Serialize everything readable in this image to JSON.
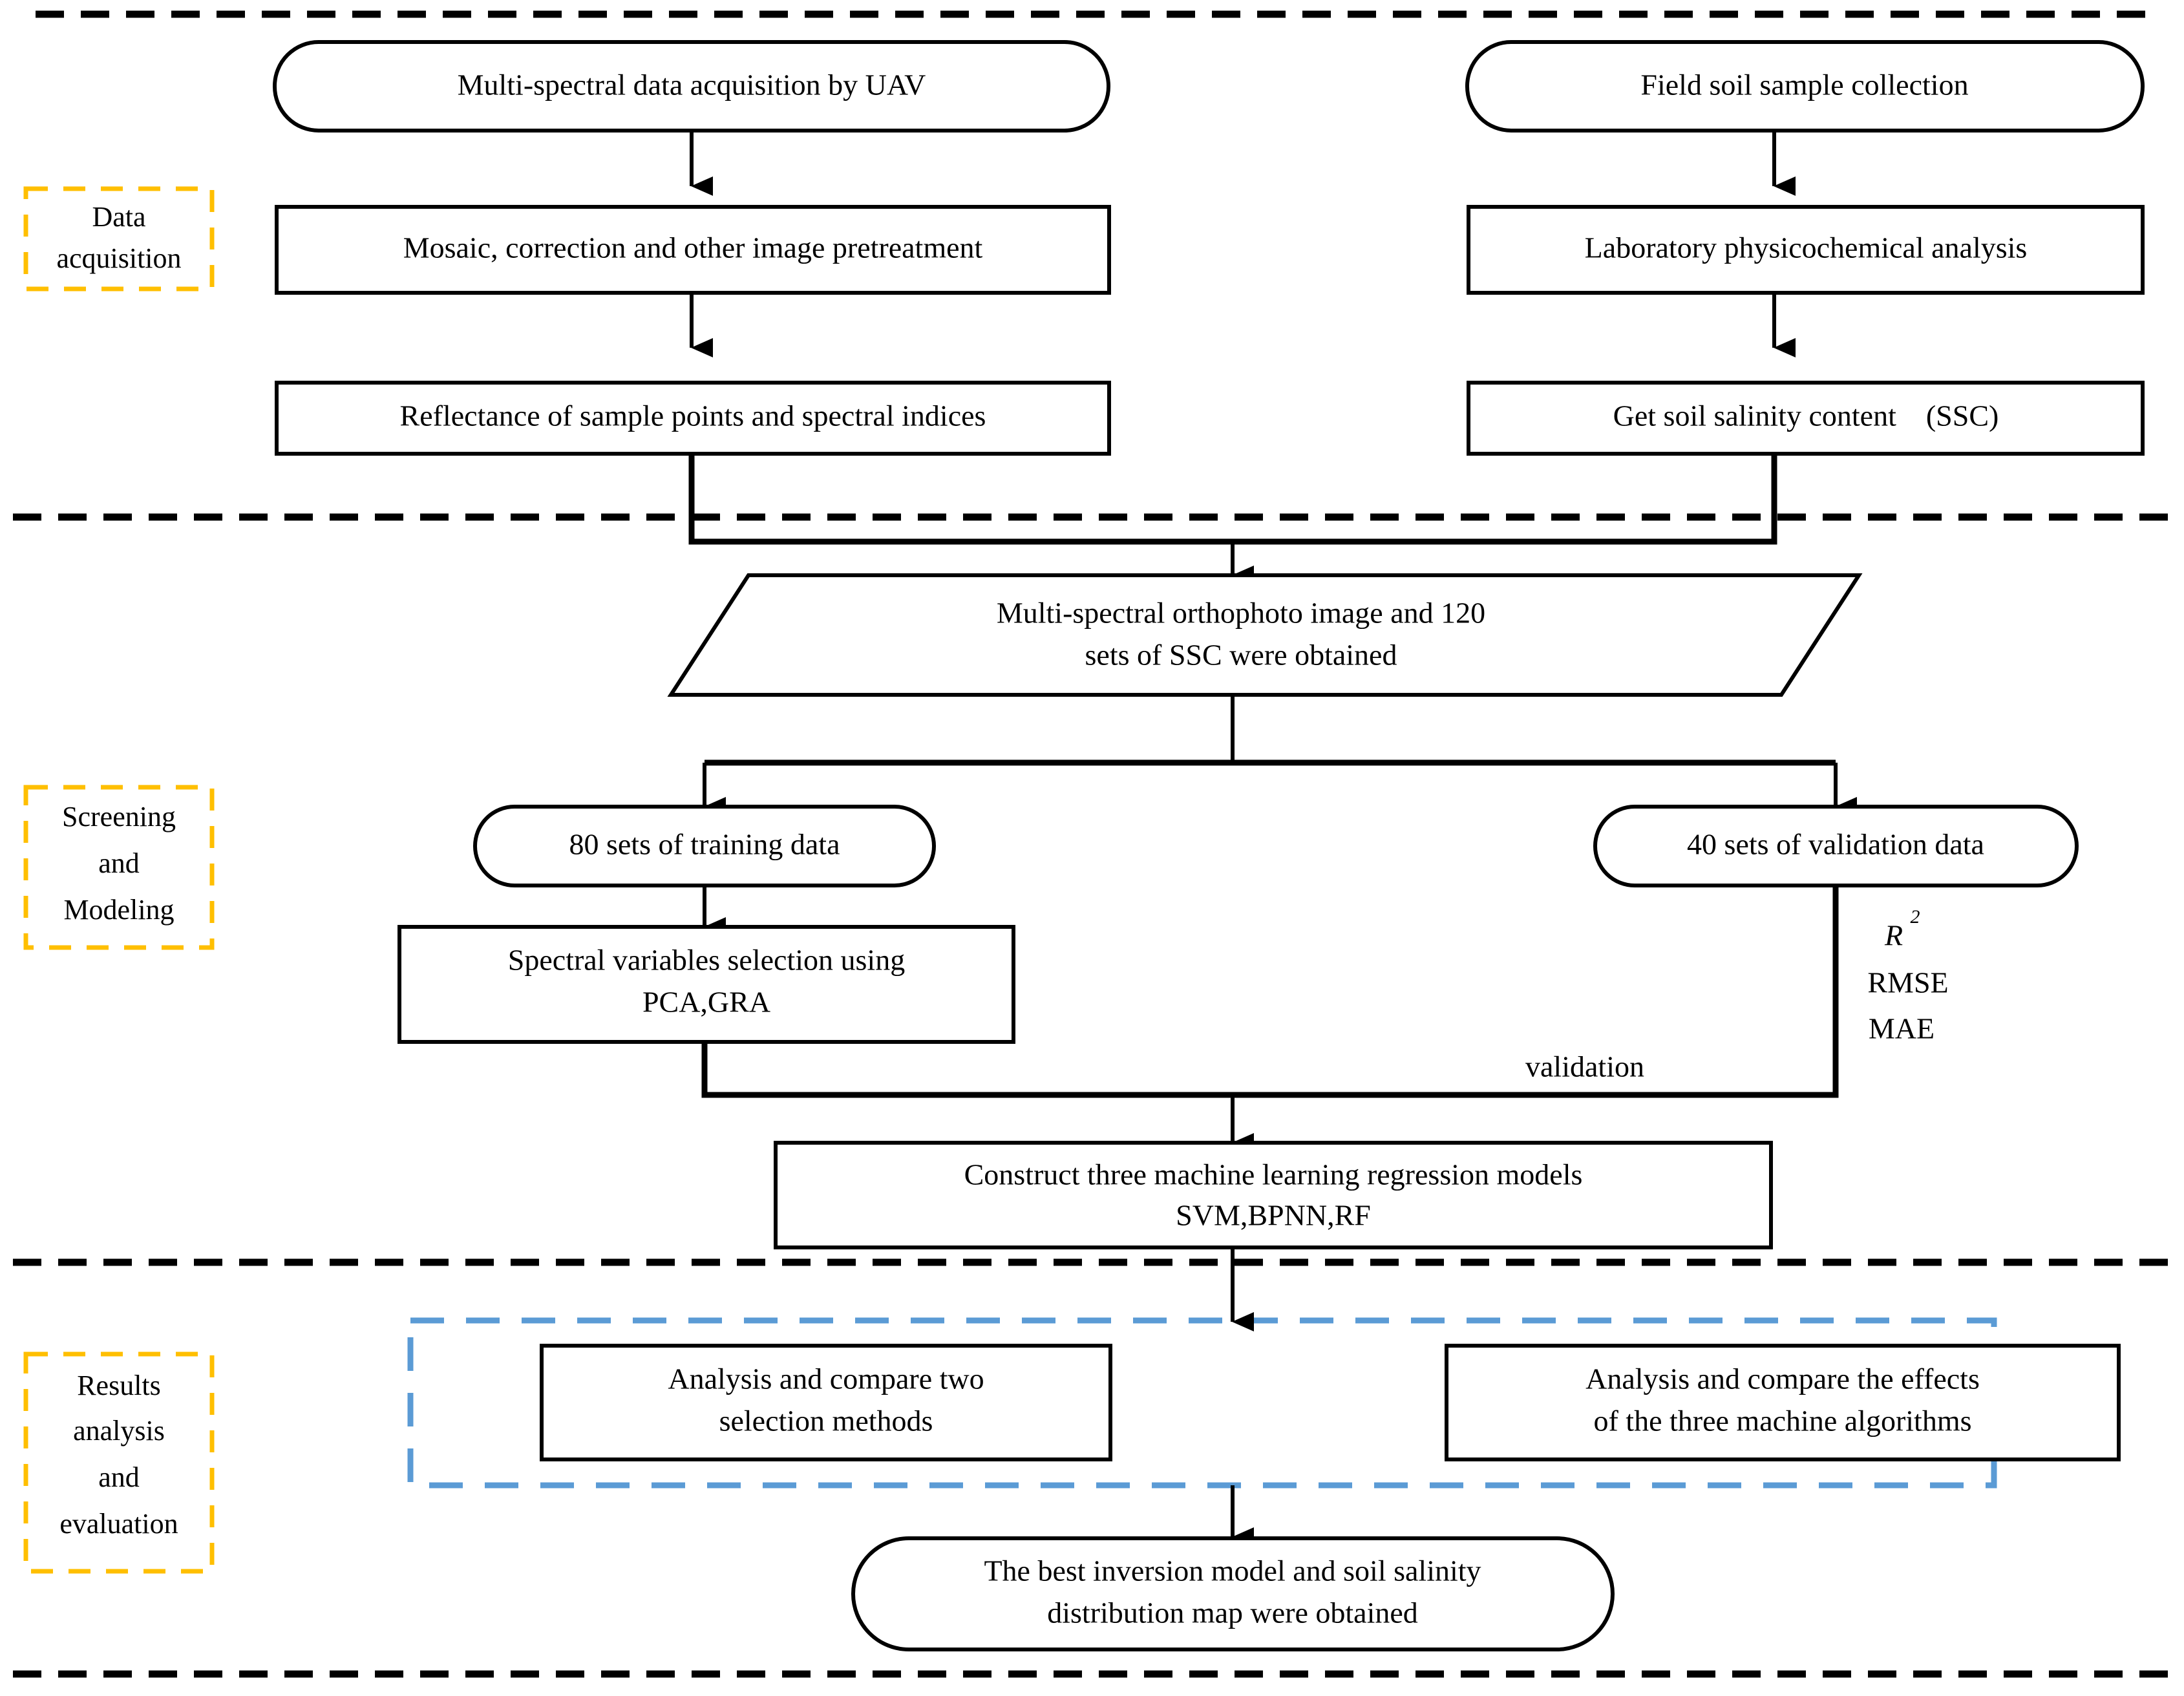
{
  "diagram": {
    "title": "Soil salinity inversion workflow",
    "colors": {
      "stage_label_border": "#FFBF00",
      "group_box_border": "#5B9BD5",
      "line": "#000000",
      "background": "#FFFFFF"
    },
    "stages": [
      {
        "id": "data-acquisition",
        "lines": [
          "Data",
          "acquisition"
        ]
      },
      {
        "id": "screening-and-modeling",
        "lines": [
          "Screening",
          "and",
          "Modeling"
        ]
      },
      {
        "id": "results-analysis-and-evaluation",
        "lines": [
          "Results",
          "analysis",
          "and",
          "evaluation"
        ]
      }
    ],
    "nodes": [
      {
        "id": "uav-acquisition",
        "shape": "stadium",
        "lines": [
          "Multi-spectral data acquisition by UAV"
        ]
      },
      {
        "id": "field-soil-sample",
        "shape": "stadium",
        "lines": [
          "Field soil sample collection"
        ]
      },
      {
        "id": "image-pretreatment",
        "shape": "rect",
        "lines": [
          "Mosaic, correction and other image pretreatment"
        ]
      },
      {
        "id": "lab-analysis",
        "shape": "rect",
        "lines": [
          "Laboratory physicochemical analysis"
        ]
      },
      {
        "id": "reflectance-indices",
        "shape": "rect",
        "lines": [
          "Reflectance of sample points and spectral indices"
        ]
      },
      {
        "id": "soil-salinity-content",
        "shape": "rect",
        "lines": [
          "Get soil salinity content (SSC)"
        ]
      },
      {
        "id": "orthophoto-ssc",
        "shape": "parallelogram",
        "lines": [
          "Multi-spectral orthophoto  image and 120",
          "sets of SSC were obtained"
        ]
      },
      {
        "id": "training-data",
        "shape": "stadium",
        "lines": [
          "80 sets of training data"
        ]
      },
      {
        "id": "validation-data",
        "shape": "stadium",
        "lines": [
          "40 sets of validation data"
        ]
      },
      {
        "id": "spectral-variable-selection",
        "shape": "rect",
        "lines": [
          "Spectral variables selection using",
          "PCA,GRA"
        ]
      },
      {
        "id": "construct-models",
        "shape": "rect",
        "lines": [
          "Construct three machine learning regression models",
          "SVM,BPNN,RF"
        ]
      },
      {
        "id": "compare-selection-methods",
        "shape": "rect",
        "lines": [
          "Analysis and compare two",
          "selection methods"
        ]
      },
      {
        "id": "compare-algorithms",
        "shape": "rect",
        "lines": [
          "Analysis and compare the effects",
          "of the three machine algorithms"
        ]
      },
      {
        "id": "best-model-map",
        "shape": "stadium",
        "lines": [
          "The best inversion model and soil salinity",
          "distribution map were obtained"
        ]
      }
    ],
    "metrics": {
      "r_squared": "R",
      "r_squared_exp": "2",
      "rmse": "RMSE",
      "mae": "MAE"
    },
    "edge_labels": {
      "validation": "validation"
    }
  }
}
